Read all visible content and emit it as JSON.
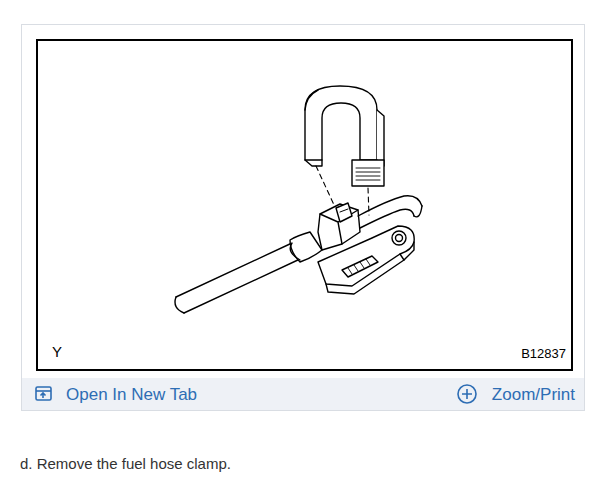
{
  "diagram": {
    "caption": "d. Remove the fuel hose clamp.",
    "labels": [
      "Y",
      "B12837",
      "Open In New Tab",
      "Zoom/Print"
    ]
  }
}
